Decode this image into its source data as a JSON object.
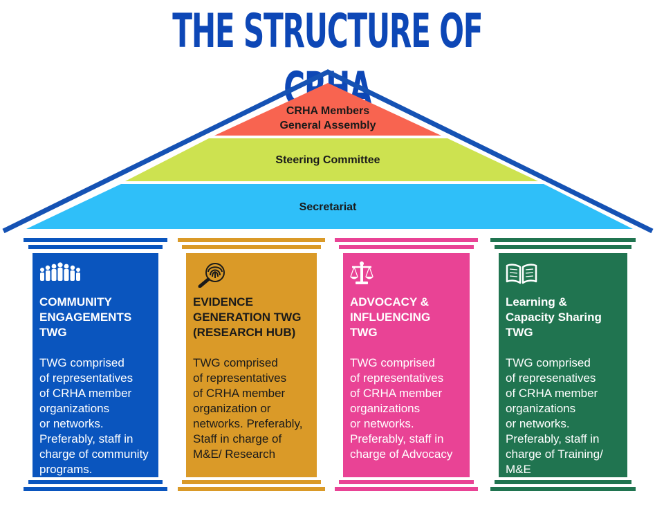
{
  "title": "THE STRUCTURE OF CRHA",
  "colors": {
    "title_blue": "#0d47b6",
    "roof_outline": "#1552b4",
    "general_assembly": "#f86450",
    "steering_committee": "#cde250",
    "secretariat": "#2fbff9",
    "pillar_blue": "#0a55be",
    "pillar_orange": "#da9a28",
    "pillar_pink": "#e94395",
    "pillar_green": "#207450"
  },
  "roof": {
    "general_assembly": "CRHA Members\nGeneral Assembly",
    "steering_committee": "Steering Committee",
    "secretariat": "Secretariat"
  },
  "pillars": [
    {
      "icon": "people-group-icon",
      "heading": "COMMUNITY\nENGAGEMENTS\nTWG",
      "text": "TWG comprised\nof representatives\nof CRHA member\norganizations\nor networks.\nPreferably, staff in\ncharge of community\nprograms."
    },
    {
      "icon": "fingerprint-magnifier-icon",
      "heading": "EVIDENCE\nGENERATION TWG\n(RESEARCH HUB)",
      "text": "TWG comprised\nof representatives\nof CRHA member\norganization or\nnetworks. Preferably,\nStaff in charge of\nM&E/ Research"
    },
    {
      "icon": "scales-of-justice-icon",
      "heading": "ADVOCACY &\nINFLUENCING\nTWG",
      "text": "TWG comprised\nof representatives\nof CRHA member\norganizations\nor networks.\nPreferably, staff in\ncharge of Advocacy"
    },
    {
      "icon": "open-book-icon",
      "heading": "Learning &\nCapacity Sharing\nTWG",
      "text": "TWG comprised\nof represenatives\nof CRHA member\norganizations\nor networks.\nPreferably, staff in\ncharge of Training/\nM&E"
    }
  ]
}
